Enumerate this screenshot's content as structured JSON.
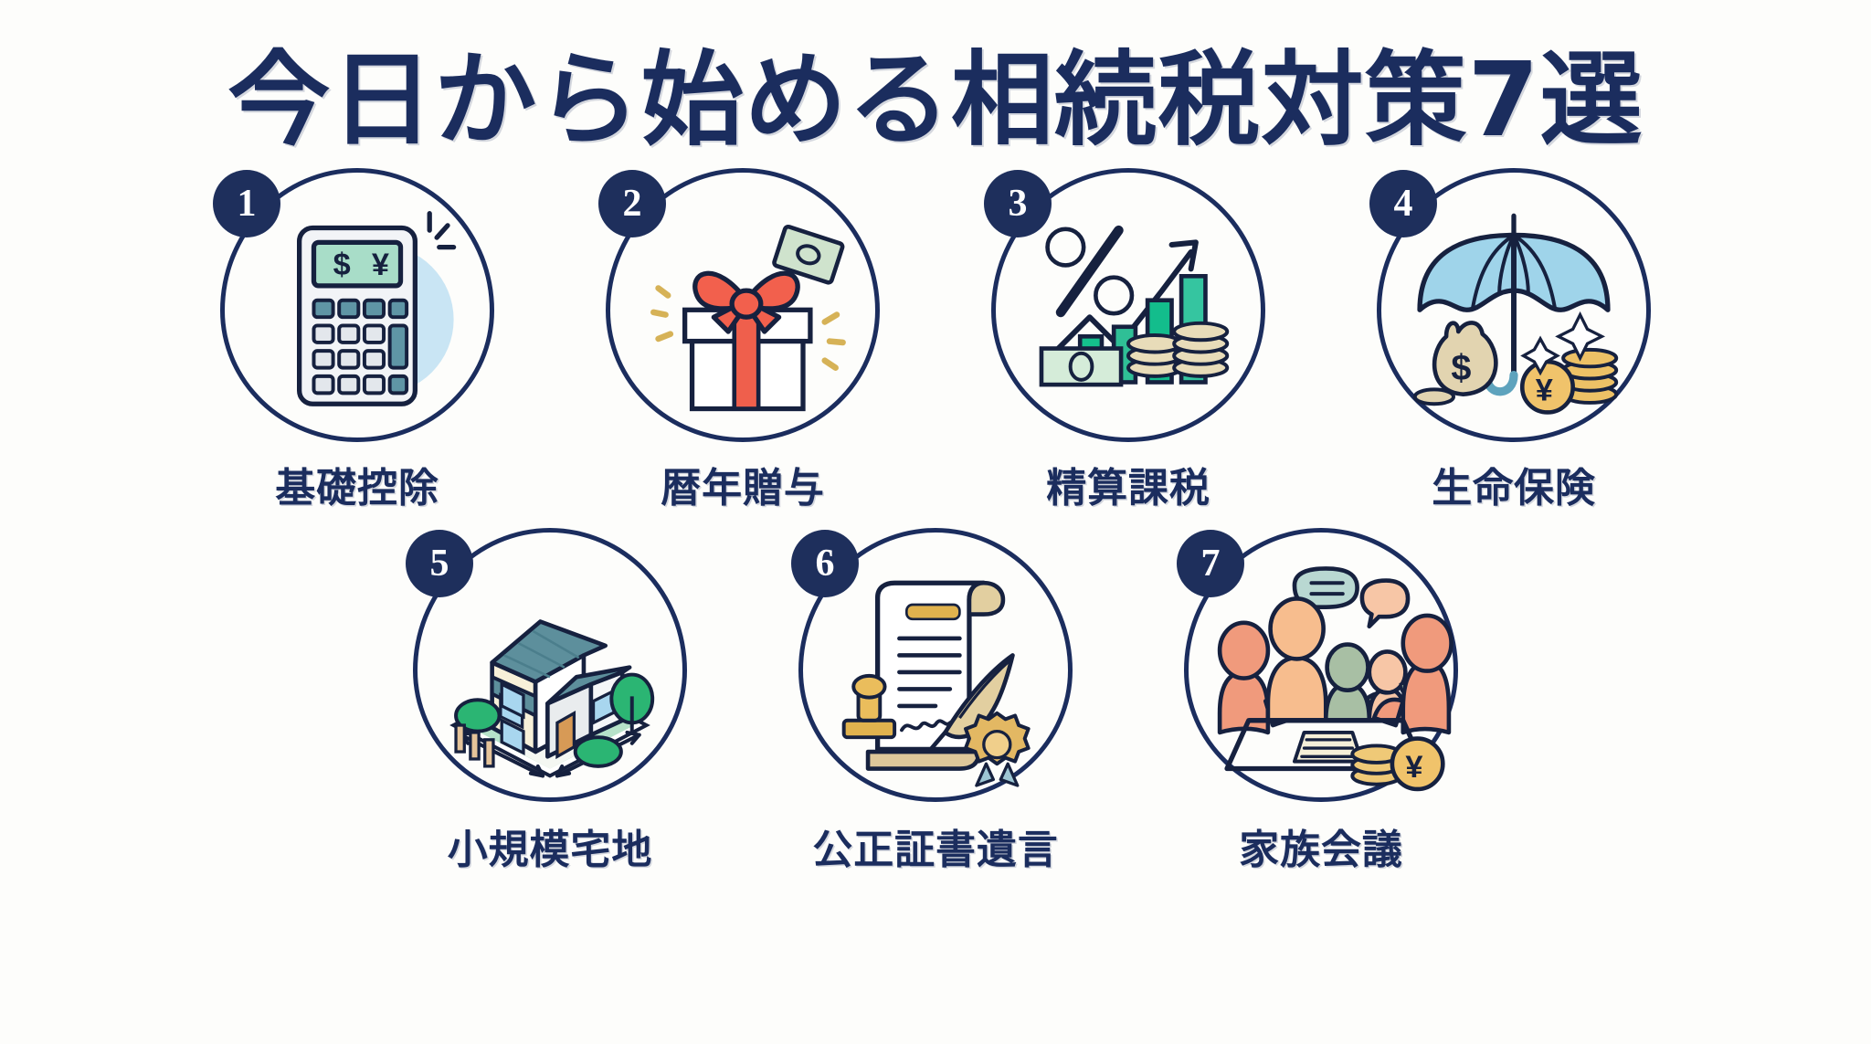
{
  "page": {
    "title": "今日から始める相続税対策7選",
    "background_color": "#fdfdfb",
    "navy": "#1b2d5e",
    "badge_color": "#1e2f5c"
  },
  "cards": [
    {
      "number": "1",
      "label": "基礎控除",
      "icon": "calculator-icon",
      "icon_description": "電卓 ドル記号と円記号の表示",
      "accent_color": "#bfe0f2"
    },
    {
      "number": "2",
      "label": "暦年贈与",
      "icon": "gift-box-icon",
      "icon_description": "赤いリボンの贈り物箱と紙幣",
      "accent_color": "#f26a57"
    },
    {
      "number": "3",
      "label": "精算課税",
      "icon": "growth-chart-icon",
      "icon_description": "パーセント記号 上昇矢印 棒グラフ 紙幣 硬貨",
      "accent_color": "#17b187"
    },
    {
      "number": "4",
      "label": "生命保険",
      "icon": "umbrella-icon",
      "icon_description": "青い傘 お金の袋 円硬貨",
      "accent_color": "#8fcfe8"
    },
    {
      "number": "5",
      "label": "小規模宅地",
      "icon": "house-land-icon",
      "icon_description": "住宅と土地 寸法矢印 樹木",
      "accent_color": "#4f8a94"
    },
    {
      "number": "6",
      "label": "公正証書遺言",
      "icon": "will-document-icon",
      "icon_description": "巻物の遺言書 印鑑 羽根ペン 金の証印",
      "accent_color": "#e0ab4a"
    },
    {
      "number": "7",
      "label": "家族会議",
      "icon": "family-meeting-icon",
      "icon_description": "テーブルを囲む5人の家族 吹き出し 円硬貨",
      "accent_color": "#f0a383"
    }
  ]
}
